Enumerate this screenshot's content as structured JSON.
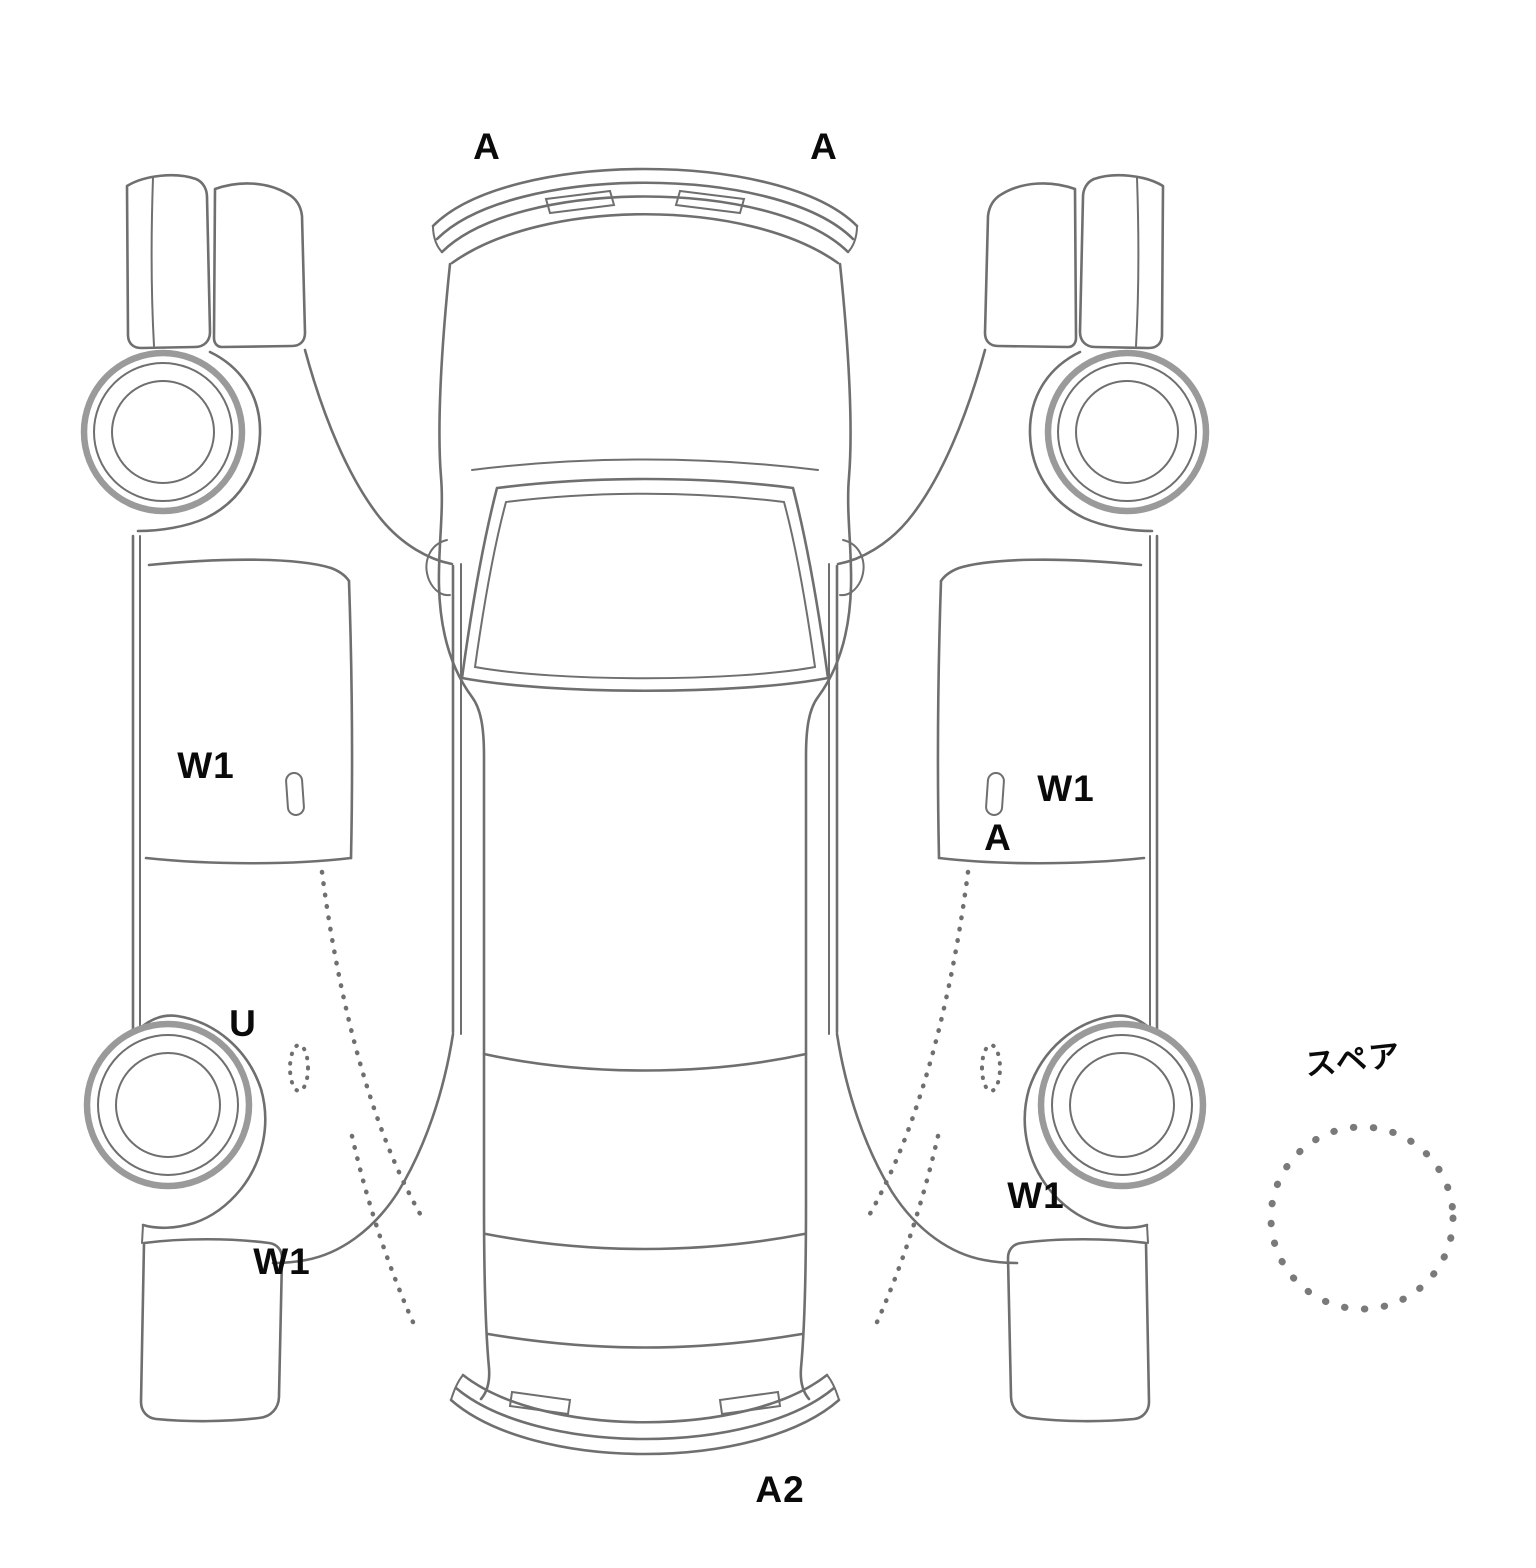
{
  "diagram": {
    "colors": {
      "line": "#6f6f6f",
      "wheel": "#9a9a9a",
      "text": "#0a0a0a",
      "background": "#ffffff"
    },
    "markers": [
      {
        "id": "a-front-bumper-left",
        "label": "A"
      },
      {
        "id": "a-front-bumper-right",
        "label": "A"
      },
      {
        "id": "w1-left-front-door",
        "label": "W1"
      },
      {
        "id": "w1-right-front-door",
        "label": "W1"
      },
      {
        "id": "a-right-door",
        "label": "A"
      },
      {
        "id": "u-left-rear-quarter",
        "label": "U"
      },
      {
        "id": "w1-right-rear-quarter",
        "label": "W1"
      },
      {
        "id": "w1-left-rear-quarter",
        "label": "W1"
      },
      {
        "id": "a2-rear-bumper",
        "label": "A2"
      },
      {
        "id": "spare-tire",
        "label": "スペア"
      }
    ]
  }
}
